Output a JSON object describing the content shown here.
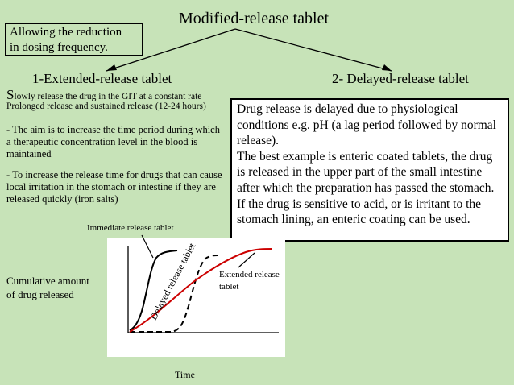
{
  "title": "Modified-release tablet",
  "note": {
    "line1": "Allowing the reduction",
    "line2": "in dosing frequency."
  },
  "branches": {
    "left": "1-Extended-release tablet",
    "right": "2- Delayed-release tablet"
  },
  "extended": {
    "slow_cap": "S",
    "slow_rest": "lowly release the drug in the GIT at a constant rate",
    "prolonged": "Prolonged release and sustained release (12-24 hours)",
    "aim": "- The aim is to increase the time period during which a therapeutic concentration level in the blood is maintained",
    "local": "- To increase the release time for drugs that can cause local irritation in the stomach or intestine if they are released quickly (iron salts)"
  },
  "delayed_box": {
    "paragraph1": "Drug release is delayed due to physiological conditions e.g. pH (a lag period followed by normal release).",
    "paragraph2": "The best example is enteric coated tablets, the drug is released in the upper part of the small intestine after which the preparation has passed the stomach.",
    "paragraph3": "If the drug is sensitive to acid, or is irritant to the stomach lining, an enteric coating can be used."
  },
  "graph": {
    "y_label": "Cumulative amount of drug released",
    "x_label": "Time",
    "immediate_label": "Immediate release tablet",
    "delayed_label": "Delayed release tablet",
    "extended_label": "Extended release tablet",
    "colors": {
      "immediate": "#000000",
      "delayed": "#000000",
      "extended": "#cc0000",
      "panel": "#ffffff"
    }
  }
}
